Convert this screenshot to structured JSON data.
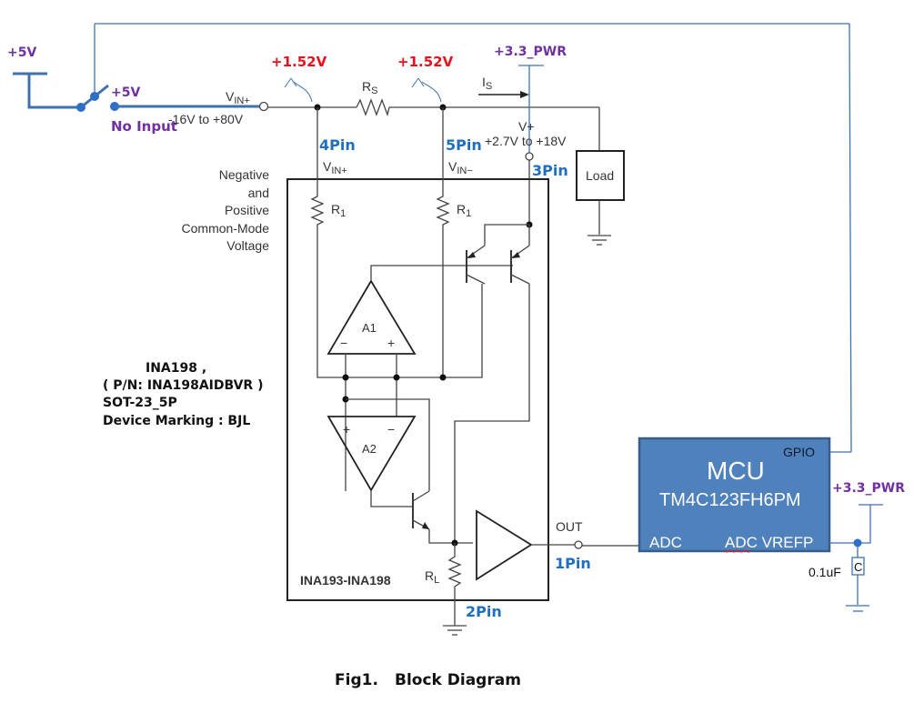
{
  "source": {
    "label_5v": "+5V",
    "switch_label": "+5V",
    "no_input": "No Input",
    "vin_plus_label": "V",
    "vin_plus_sub": "IN+",
    "vin_range": "-16V to +80V"
  },
  "sense": {
    "node1_voltage": "+1.52V",
    "node2_voltage": "+1.52V",
    "rs_label": "R",
    "rs_sub": "S",
    "is_label": "I",
    "is_sub": "S"
  },
  "supply": {
    "pwr_label": "+3.3_PWR",
    "vplus_label": "V+",
    "vplus_range": "+2.7V to +18V",
    "load_label": "Load"
  },
  "pins": {
    "pin4": "4Pin",
    "pin5": "5Pin",
    "pin3": "3Pin",
    "pin1": "1Pin",
    "pin2": "2Pin"
  },
  "chip": {
    "vin_plus": "V",
    "vin_plus_sub": "IN+",
    "vin_minus": "V",
    "vin_minus_sub": "IN−",
    "r1_left": "R",
    "r1_right": "R",
    "r1_sub": "1",
    "a1": "A1",
    "a2": "A2",
    "minus": "−",
    "plus": "+",
    "rl": "R",
    "rl_sub": "L",
    "out": "OUT",
    "family": "INA193-INA198"
  },
  "common_mode_note": [
    "Negative",
    "and",
    "Positive",
    "Common-Mode",
    "Voltage"
  ],
  "part_info": [
    "INA198 ,",
    "( P/N: INA198AIDBVR )",
    "SOT-23_5P",
    "Device Marking :   BJL"
  ],
  "mcu": {
    "title": "MCU",
    "model": "TM4C123FH6PM",
    "gpio": "GPIO",
    "adc": "ADC",
    "adc_vrefp": "ADC VREFP",
    "pwr_label": "+3.3_PWR",
    "fill_color": "#4f81bd",
    "border_color": "#385d8a"
  },
  "capacitor": {
    "symbol": "C",
    "value": "0.1uF"
  },
  "caption": {
    "fig": "Fig1.",
    "title": "Block Diagram"
  }
}
